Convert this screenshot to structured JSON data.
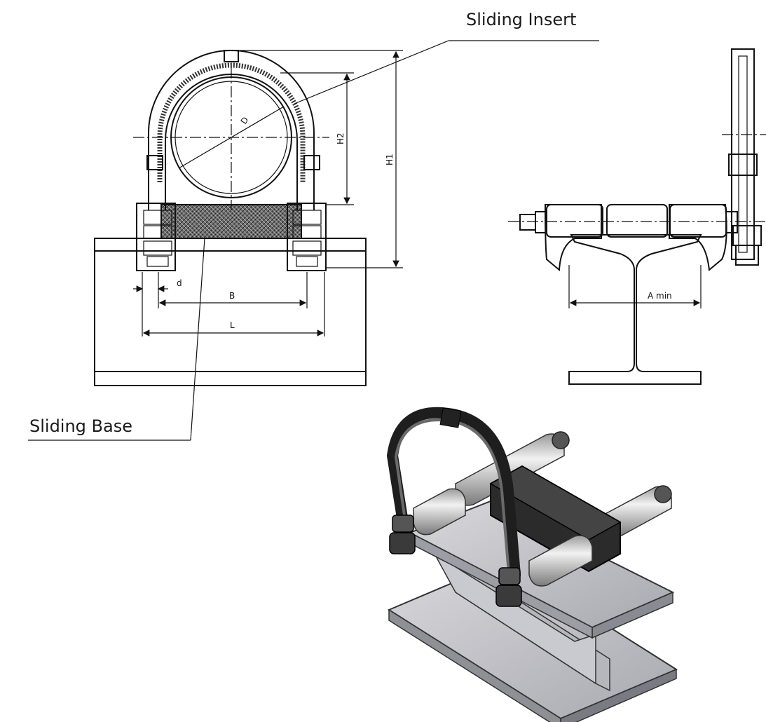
{
  "callouts": {
    "sliding_insert": "Sliding Insert",
    "sliding_base": "Sliding Base"
  },
  "dimensions": {
    "D": "D",
    "H1": "H1",
    "H2": "H2",
    "d": "d",
    "B": "B",
    "L": "L",
    "A_min": "A min"
  }
}
